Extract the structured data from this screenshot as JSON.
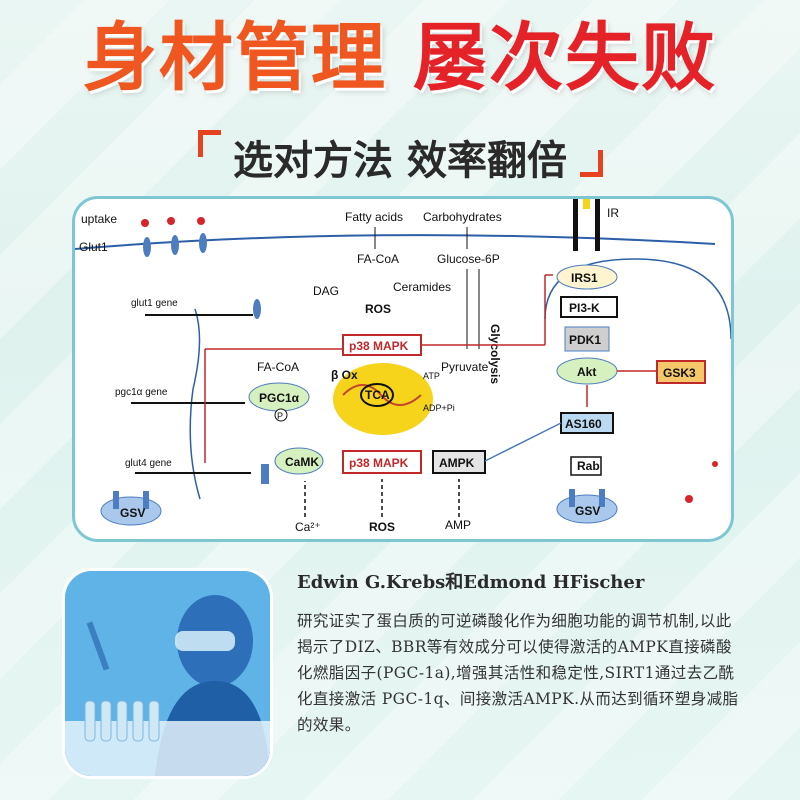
{
  "headline": {
    "part1": "身材管理",
    "part2": "屡次失败"
  },
  "subheadline": "选对方法 效率翻倍",
  "diagram": {
    "uptake": "uptake",
    "glut1": "Glut1",
    "glut1_gene": "glut1 gene",
    "pgc1a_gene": "pgc1α gene",
    "glut4_gene": "glut4 gene",
    "gsv": "GSV",
    "fatty_acids": "Fatty acids",
    "carbohydrates": "Carbohydrates",
    "fa_coa": "FA-CoA",
    "fa_coa2": "FA-CoA",
    "glucose6p": "Glucose-6P",
    "dag": "DAG",
    "ceramides": "Ceramides",
    "ros": "ROS",
    "glycolysis": "Glycolysis",
    "p38_mapk": "p38 MAPK",
    "pyruvate": "Pyruvate",
    "pgc1a": "PGC1α",
    "p": "P",
    "b_ox": "β Ox",
    "tca": "TCA",
    "atp": "ATP",
    "adp_pi": "ADP+Pi",
    "camk": "CaMK",
    "p38_mapk2": "p38 MAPK",
    "ampk": "AMPK",
    "ca": "Ca²⁺",
    "ros2": "ROS",
    "amp": "AMP",
    "ir": "IR",
    "irs1": "IRS1",
    "pi3k": "PI3-K",
    "pdk1": "PDK1",
    "akt": "Akt",
    "gsk3": "GSK3",
    "as160": "AS160",
    "rab": "Rab",
    "gsv2": "GSV"
  },
  "author": "Edwin G.Krebs和Edmond HFischer",
  "paragraph": "研究证实了蛋白质的可逆磷酸化作为细胞功能的调节机制,以此揭示了DIZ、BBR等有效成分可以使得激活的AMPK直接磷酸化燃脂因子(PGC-1a),增强其活性和稳定性,SIRT1通过去乙酰化直接激活 PGC-1q、间接激活AMPK.从而达到循环塑身减脂的效果。"
}
